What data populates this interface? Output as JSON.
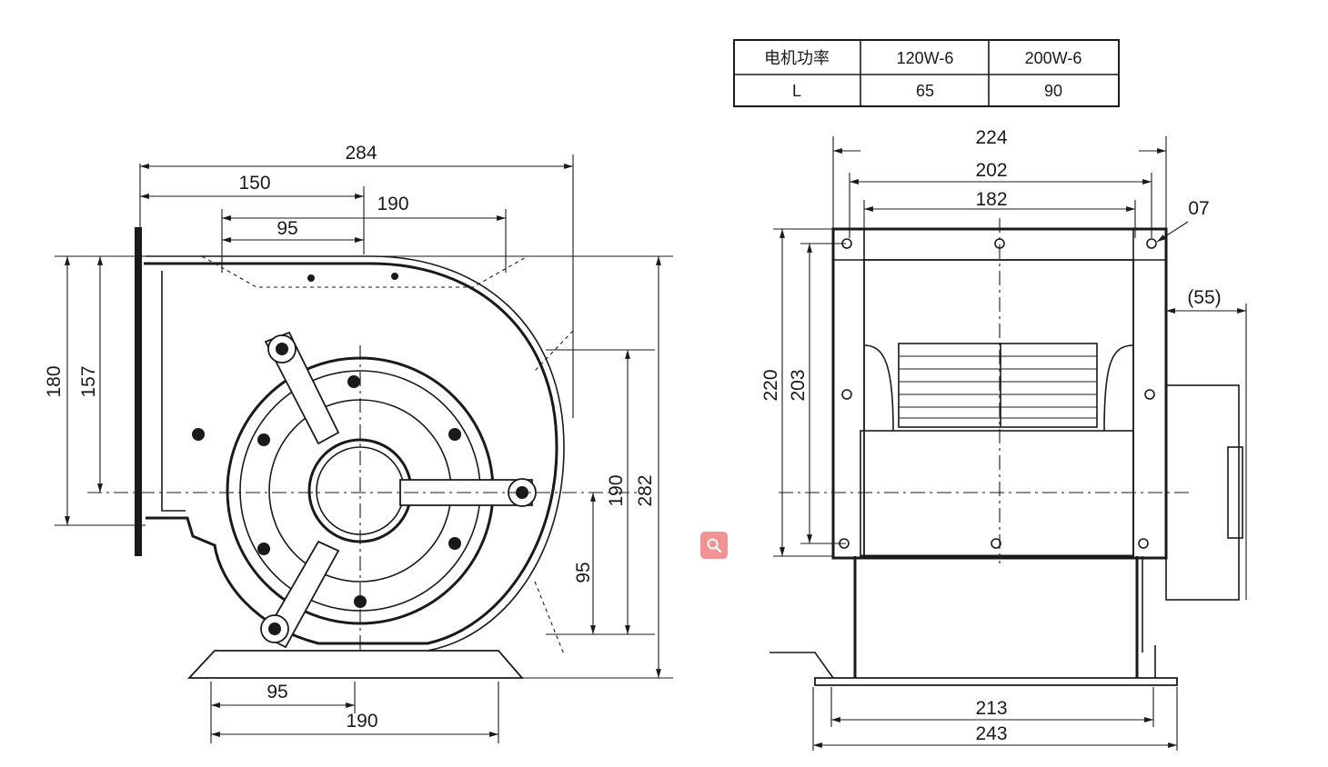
{
  "table": {
    "header": [
      "电机功率",
      "120W-6",
      "200W-6"
    ],
    "row": [
      "L",
      "65",
      "90"
    ]
  },
  "front_view": {
    "dims": {
      "width_284": "284",
      "inlet_150": "150",
      "inlet_190": "190",
      "inlet_95": "95",
      "height_180": "180",
      "height_157": "157",
      "outlet_190": "190",
      "total_282": "282",
      "outlet_95": "95",
      "base_95": "95",
      "base_190": "190"
    }
  },
  "side_view": {
    "dims": {
      "width_224": "224",
      "width_202": "202",
      "width_182": "182",
      "hole_07": "07",
      "motor_55": "(55)",
      "height_220": "220",
      "height_203": "203",
      "base_213": "213",
      "base_243": "243"
    }
  },
  "icons": {
    "zoom": "magnifier-icon"
  }
}
